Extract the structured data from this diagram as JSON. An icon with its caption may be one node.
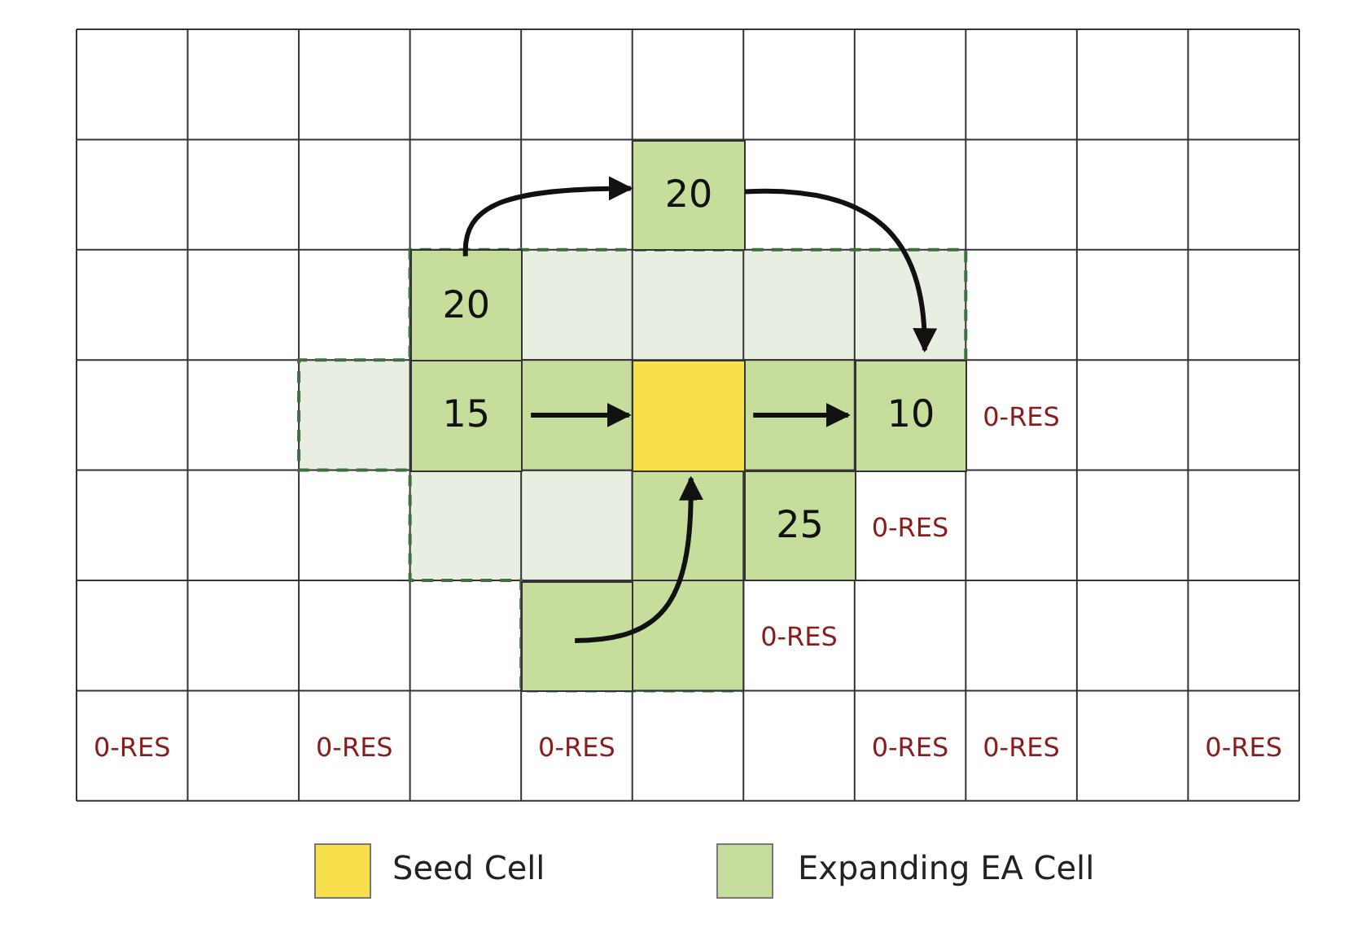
{
  "diagram": {
    "nodes": [
      {
        "text": [
          "20"
        ]
      },
      {
        "text": [
          "20"
        ]
      },
      {
        "text": [
          "15"
        ]
      },
      {
        "text": [],
        "shape": "box"
      },
      {
        "text": [
          "10"
        ],
        "beside": [
          "0-RES"
        ]
      },
      {
        "text": [
          "25"
        ],
        "beside": [
          "0-RES"
        ]
      },
      {
        "text": [],
        "shape": "box"
      }
    ],
    "edges": [
      {
        "from": 1,
        "to": 0,
        "arrow": "to"
      },
      {
        "from": 0,
        "to": 4,
        "arrow": "to"
      },
      {
        "from": 2,
        "to": 3,
        "arrow": "to"
      },
      {
        "from": 3,
        "to": 4,
        "arrow": "to"
      },
      {
        "from": 6,
        "to": 3,
        "arrow": "to"
      }
    ],
    "labels": [
      "0-RES",
      "0-RES",
      "0-RES",
      "0-RES",
      "0-RES",
      "0-RES",
      "0-RES"
    ],
    "legend": [
      {
        "text": "Seed Cell",
        "color": "#f7e04b"
      },
      {
        "text": "Expanding EA Cell",
        "color": "#c6dd9c"
      }
    ]
  }
}
